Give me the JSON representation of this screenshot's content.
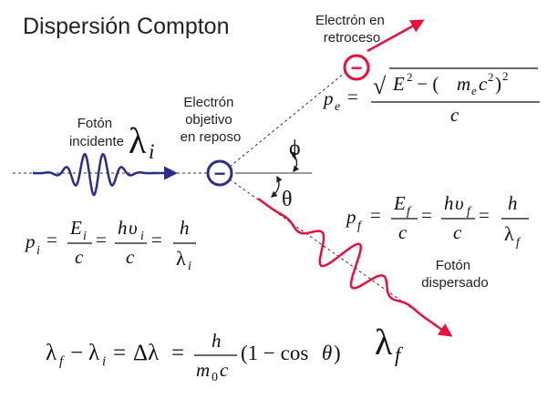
{
  "title": "Dispersión Compton",
  "labels": {
    "incident_photon": [
      "Fotón",
      "incidente"
    ],
    "target_electron": [
      "Electrón",
      "objetivo",
      "en reposo"
    ],
    "recoil_electron": [
      "Electrón en",
      "retroceso"
    ],
    "scattered_photon": [
      "Fotón",
      "dispersado"
    ]
  },
  "symbols": {
    "lambda": "λ",
    "sub_i": "i",
    "sub_f": "f",
    "phi": "ϕ",
    "theta": "θ",
    "electron_sign": "−"
  },
  "equations": {
    "pe": {
      "lhs_var": "p",
      "lhs_sub": "e",
      "eq": "=",
      "sqrt_sign": "√",
      "num_E": "E",
      "num_E_sup": "2",
      "num_minus_open": " − (",
      "num_m": "m",
      "num_m_sub": "e",
      "num_c": "c",
      "num_c_sup": "2",
      "num_close": ")",
      "num_close_sup": "2",
      "den": "c"
    },
    "pf": {
      "lhs_var": "p",
      "lhs_sub": "f",
      "eq": "=",
      "f1_num_var": "E",
      "f1_num_sub": "f",
      "f1_den": "c",
      "f2_num_h": "h",
      "f2_num_nu": "υ",
      "f2_num_sub": "f",
      "f2_den": "c",
      "f3_num": "h",
      "f3_den_var": "λ",
      "f3_den_sub": "f"
    },
    "pi": {
      "lhs_var": "p",
      "lhs_sub": "i",
      "eq": "=",
      "f1_num_var": "E",
      "f1_num_sub": "i",
      "f1_den": "c",
      "f2_num_h": "h",
      "f2_num_nu": "υ",
      "f2_num_sub": "i",
      "f2_den": "c",
      "f3_num": "h",
      "f3_den_var": "λ",
      "f3_den_sub": "i"
    },
    "shift": {
      "lam": "λ",
      "sub_f": "f",
      "minus": "−",
      "sub_i": "i",
      "eq1": "=",
      "delta": "Δλ",
      "eq2": "=",
      "num": "h",
      "den_m": "m",
      "den_sub": "0",
      "den_c": "c",
      "tail": "(1 − cos",
      "theta": "θ",
      "close": ")"
    }
  },
  "colors": {
    "incident": "#2b2e8c",
    "scattered": "#e8103c",
    "electron_target": "#2b2e8c",
    "electron_recoil": "#e8103c",
    "ink": "#222222"
  }
}
